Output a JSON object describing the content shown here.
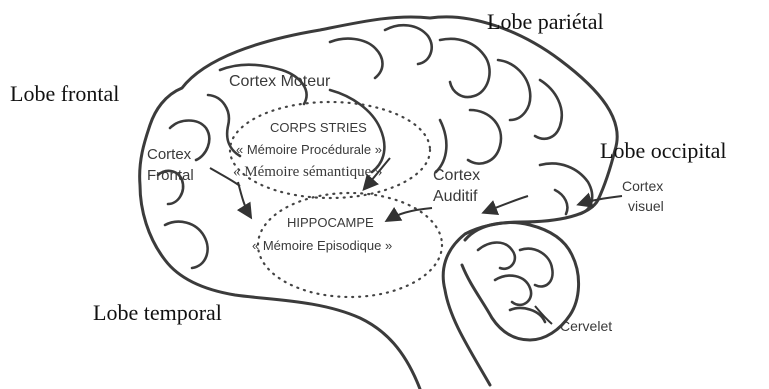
{
  "labels": {
    "lobe_parietal": "Lobe pariétal",
    "lobe_frontal": "Lobe frontal",
    "lobe_occipital": "Lobe occipital",
    "lobe_temporal": "Lobe temporal",
    "cortex_moteur": "Cortex Moteur",
    "cortex_frontal_1": "Cortex",
    "cortex_frontal_2": "Frontal",
    "corps_stries": "CORPS STRIES",
    "memoire_procedurale": "« Mémoire Procédurale »",
    "memoire_semantique": "« Mémoire sémantique »",
    "cortex_auditif_1": "Cortex",
    "cortex_auditif_2": "Auditif",
    "cortex_visuel_1": "Cortex",
    "cortex_visuel_2": "visuel",
    "hippocampe": "HIPPOCAMPE",
    "memoire_episodique": "« Mémoire Episodique »",
    "cervelet": "Cervelet"
  },
  "colors": {
    "line": "#3b3b3b",
    "text_serif": "#111111",
    "text_sans": "#3a3a3a"
  }
}
